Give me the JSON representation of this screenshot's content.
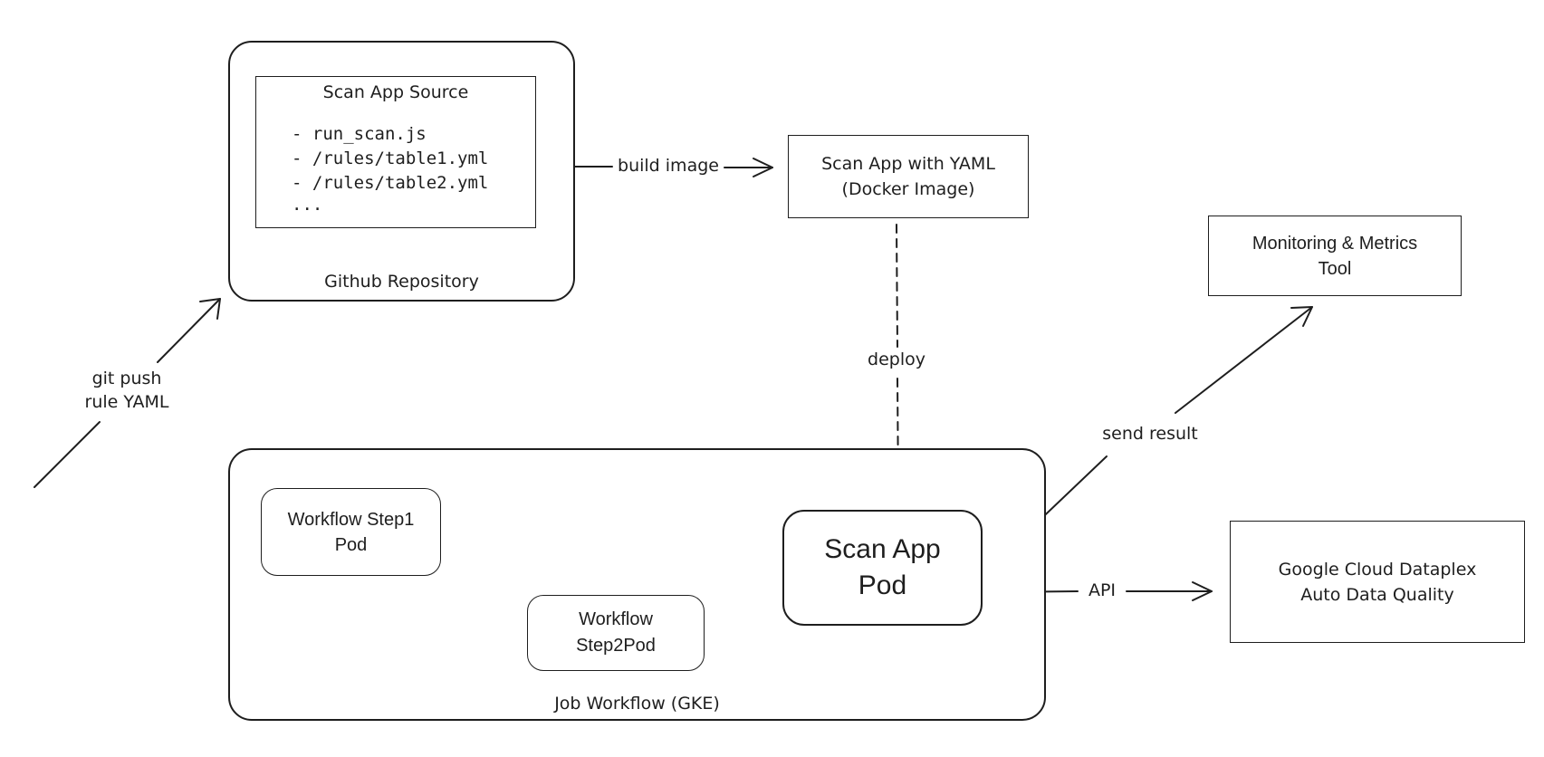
{
  "github": {
    "label": "Github Repository",
    "source": {
      "title": "Scan App Source",
      "files": [
        "- run_scan.js",
        "- /rules/table1.yml",
        "- /rules/table2.yml",
        "..."
      ]
    }
  },
  "docker_image": {
    "line1": "Scan App with YAML",
    "line2": "(Docker Image)"
  },
  "monitoring": {
    "line1": "Monitoring & Metrics",
    "line2": "Tool"
  },
  "job_workflow": {
    "label": "Job Workflow (GKE)",
    "step1": {
      "line1": "Workflow Step1",
      "line2": "Pod"
    },
    "step2": {
      "line1": "Workflow",
      "line2": "Step2Pod"
    },
    "scan_pod": {
      "line1": "Scan App",
      "line2": "Pod"
    }
  },
  "dataplex": {
    "line1": "Google Cloud Dataplex",
    "line2": "Auto Data Quality"
  },
  "edges": {
    "git_push": {
      "line1": "git push",
      "line2": "rule YAML"
    },
    "build_image": "build image",
    "deploy": "deploy",
    "send_result": "send result",
    "api": "API"
  }
}
